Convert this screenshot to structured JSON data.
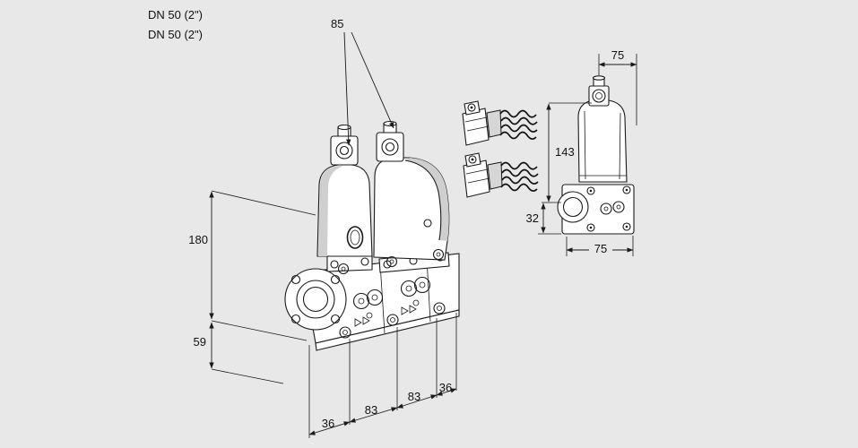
{
  "page": {
    "background": "#e8e8e8",
    "line_color": "#1a1a1a",
    "description": "Isometric technical dimension drawing of a double solenoid gas valve with side view and cable connectors"
  },
  "annotations": {
    "dn_label_1": "DN 50 (2\")",
    "dn_label_2": "DN 50 (2\")"
  },
  "dimensions": {
    "actuator_spacing": "85",
    "body_height": "180",
    "axis_to_bottom": "59",
    "bottom_chain": [
      "36",
      "83",
      "83",
      "36"
    ],
    "side_width_top": "75",
    "side_height": "143",
    "side_axis_height": "32",
    "side_width_bottom": "75"
  }
}
